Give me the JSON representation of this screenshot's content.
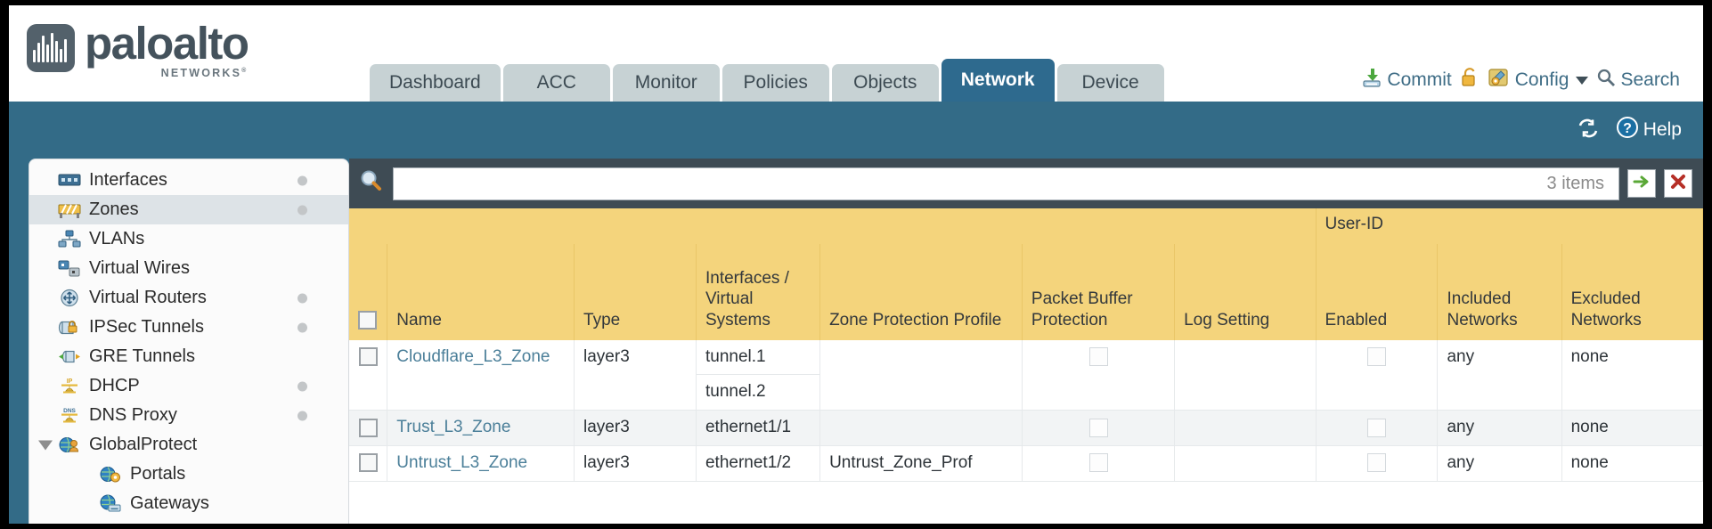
{
  "brand": {
    "name": "paloalto",
    "sub": "NETWORKS",
    "sub_mark": "®"
  },
  "tabs": [
    {
      "label": "Dashboard",
      "active": false
    },
    {
      "label": "ACC",
      "active": false
    },
    {
      "label": "Monitor",
      "active": false
    },
    {
      "label": "Policies",
      "active": false
    },
    {
      "label": "Objects",
      "active": false
    },
    {
      "label": "Network",
      "active": true
    },
    {
      "label": "Device",
      "active": false
    }
  ],
  "top_actions": {
    "commit": "Commit",
    "commit_icon": "commit-save-icon",
    "lock_icon": "padlock-icon",
    "config": "Config",
    "config_icon": "config-wrench-icon",
    "config_caret": "chevron-down-icon",
    "search": "Search",
    "search_icon": "magnifier-icon"
  },
  "band": {
    "refresh_icon": "refresh-icon",
    "help": "Help",
    "help_icon": "help-question-icon"
  },
  "sidebar": {
    "items": [
      {
        "label": "Interfaces",
        "icon": "interfaces-icon",
        "dot": true,
        "selected": false,
        "child": false,
        "expander": false
      },
      {
        "label": "Zones",
        "icon": "zones-icon",
        "dot": true,
        "selected": true,
        "child": false,
        "expander": false
      },
      {
        "label": "VLANs",
        "icon": "vlans-icon",
        "dot": false,
        "selected": false,
        "child": false,
        "expander": false
      },
      {
        "label": "Virtual Wires",
        "icon": "virtual-wires-icon",
        "dot": false,
        "selected": false,
        "child": false,
        "expander": false
      },
      {
        "label": "Virtual Routers",
        "icon": "virtual-routers-icon",
        "dot": true,
        "selected": false,
        "child": false,
        "expander": false
      },
      {
        "label": "IPSec Tunnels",
        "icon": "ipsec-tunnels-icon",
        "dot": true,
        "selected": false,
        "child": false,
        "expander": false
      },
      {
        "label": "GRE Tunnels",
        "icon": "gre-tunnels-icon",
        "dot": false,
        "selected": false,
        "child": false,
        "expander": false
      },
      {
        "label": "DHCP",
        "icon": "dhcp-icon",
        "dot": true,
        "selected": false,
        "child": false,
        "expander": false
      },
      {
        "label": "DNS Proxy",
        "icon": "dns-proxy-icon",
        "dot": true,
        "selected": false,
        "child": false,
        "expander": false
      },
      {
        "label": "GlobalProtect",
        "icon": "globalprotect-icon",
        "dot": false,
        "selected": false,
        "child": false,
        "expander": true
      },
      {
        "label": "Portals",
        "icon": "portals-icon",
        "dot": false,
        "selected": false,
        "child": true,
        "expander": false
      },
      {
        "label": "Gateways",
        "icon": "gateways-icon",
        "dot": false,
        "selected": false,
        "child": true,
        "expander": false
      }
    ]
  },
  "search": {
    "value": "",
    "placeholder": "",
    "icon": "magnifier-icon",
    "items_count": "3 items",
    "apply_icon": "green-arrow-icon",
    "clear_icon": "red-x-icon"
  },
  "table": {
    "group_header": "User-ID",
    "columns": {
      "name": "Name",
      "type": "Type",
      "interfaces": "Interfaces / Virtual Systems",
      "zone_protection": "Zone Protection Profile",
      "packet_buffer": "Packet Buffer Protection",
      "log_setting": "Log Setting",
      "enabled": "Enabled",
      "included": "Included Networks",
      "excluded": "Excluded Networks"
    },
    "rows": [
      {
        "name": "Cloudflare_L3_Zone",
        "type": "layer3",
        "interfaces": [
          "tunnel.1",
          "tunnel.2"
        ],
        "zone_protection": "",
        "packet_buffer_checked": false,
        "log_setting": "",
        "enabled_checked": false,
        "included": "any",
        "excluded": "none",
        "alt": false
      },
      {
        "name": "Trust_L3_Zone",
        "type": "layer3",
        "interfaces": [
          "ethernet1/1"
        ],
        "zone_protection": "",
        "packet_buffer_checked": false,
        "log_setting": "",
        "enabled_checked": false,
        "included": "any",
        "excluded": "none",
        "alt": true
      },
      {
        "name": "Untrust_L3_Zone",
        "type": "layer3",
        "interfaces": [
          "ethernet1/2"
        ],
        "zone_protection": "Untrust_Zone_Prof",
        "packet_buffer_checked": false,
        "log_setting": "",
        "enabled_checked": false,
        "included": "any",
        "excluded": "none",
        "alt": false
      }
    ]
  },
  "colors": {
    "header_blue": "#336b87",
    "active_tab": "#2e6a8e",
    "tab_grey": "#c7d2d4",
    "toolbar_slate": "#3e4b54",
    "table_header_gold": "#f4d47c",
    "group_header_gold": "#e8bc52",
    "link_blue": "#4b7f99"
  }
}
